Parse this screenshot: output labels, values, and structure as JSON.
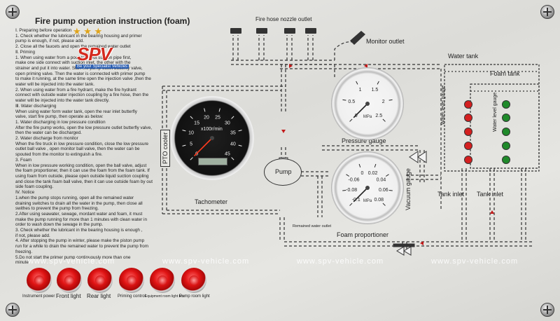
{
  "panel": {
    "title": "Fire pump operation instruction (foam)",
    "logo_text": "SPV",
    "logo_tagline": "Be your Specialist Vehicles",
    "stars": "★ ★ ★",
    "instructions": [
      "Ⅰ. Preparing before operation",
      "   1. Check whether the lubricant in the bearing housing and primer",
      "pump is enough, if not, please add.",
      "   2. Close all the faucets and open the remained water outlet",
      "Ⅱ. Priming",
      "   1. When using water from a pool, take out suction pipe first,",
      "make one side connect with suction inlet, the other with the",
      "strainer and put it into water. Start the pump outlet butterfly valve,",
      "open priming valve. Then the water is connected with primer pump",
      "to make it running, at the same time open the injection valve ,then the",
      "water will be injected into the water tank.",
      "   2. When using water from a fire hydrant, make the fire hydrant",
      "connect with outside water injection coupling by a fire hose, then the",
      "water will be injected into the water tank directly.",
      "Ⅲ. Water discharging",
      "   When using water form water tank, open the rear inlet butterfly",
      "valve, start fire pump, then operate as below:",
      "   1. Water discharging in low pressure condition",
      "After the fire pump works, open the low pressure outlet butterfly valve,",
      "then the water can be discharged.",
      "   2. Water discharge from monitor",
      "When the fire truck in low pressure condition, close the low pressure",
      "outlet ball valve , open monitor ball valve, then the water can be",
      "spouted from the monitor to extinguish a fire.",
      "   3. Foam",
      "   When in low pressure working condition, open the ball valve, adjust",
      "the foam proportioner, then it can use the foam from the foam tank. If",
      "using foam from outside, please open outside liquid suction coupling",
      "and close the tank foam ball valve, then it can use outside foam by out",
      "side foam coupling.",
      "Ⅳ. Notice",
      "   1.when the pump stops running, open all the remained water",
      "draining switches to drain all the water in the pump, then close all",
      "swithes to prevent  the pump from freezing.",
      "   2.After using seawater, sewage, mordant water and foam, it must",
      "make the pump running for more than 1 minutes with clean water in",
      "order to wash down the sewage in the pump.",
      "   3. Check whether the lubricant in the bearing housing is enough ,",
      "if not, please add.",
      "   4. After stopping the pump in winter, please make the piston pump",
      "run for a while to drain the remained water to prevent the pump from",
      "freezing.",
      "   5.Do not start the primer pump continuously more than one",
      "minute"
    ],
    "watermark": "www.spv-vehicle.com"
  },
  "diagram": {
    "fire_hose_nozzle_outlet": "Fire hose nozzle outlet",
    "monitor_outlet": "Monitor outlet",
    "water_tank": "Water tank",
    "foam_tank": "Foam tank",
    "water_level_gauge_1": "Water level gauge",
    "water_level_gauge_2": "Water level gauge",
    "pressure_gauge": "Pressure gauge",
    "vacuum_gauge": "Vacuum gauge",
    "pto_cooler": "PTO cooler",
    "tachometer": "Tachometer",
    "pump": "Pump",
    "remained_water_outlet": "Remained water outlet",
    "foam_proportioner": "Foam proportioner",
    "tank_inlet_1": "Tank inlet",
    "tank_inlet_2": "Tank inlet"
  },
  "tachometer": {
    "unit": "x100r/min",
    "ticks": [
      "0",
      "5",
      "10",
      "15",
      "20",
      "25",
      "30",
      "35",
      "40",
      "45"
    ]
  },
  "pressure_gauge_face": {
    "ticks": [
      "0",
      "0.5",
      "1",
      "1.5",
      "2",
      "2.5"
    ],
    "unit": "MPa"
  },
  "vacuum_gauge_face": {
    "ticks": [
      "-0.1",
      "-0.08",
      "-0.06",
      "0",
      "0.02",
      "0.04",
      "0.06",
      "0.08"
    ],
    "unit": "MPa"
  },
  "controls": {
    "instrument_power": "Instrument power",
    "front_light": "Front light",
    "rear_light": "Rear light",
    "priming_control": "Priming control",
    "equipment_room_light_box": "Equipment room light box",
    "pump_room_light": "Pump room light"
  },
  "colors": {
    "indicator_red": "#d42020",
    "indicator_green": "#1f8a2a",
    "logo_red": "#d42a1e",
    "logo_blue": "#2a5db0",
    "star": "#e0a41a"
  }
}
